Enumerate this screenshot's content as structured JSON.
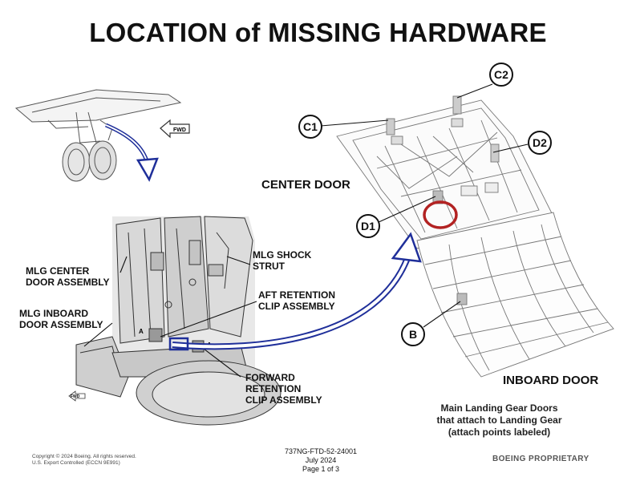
{
  "title": "LOCATION of MISSING HARDWARE",
  "labels": {
    "center_door": "CENTER DOOR",
    "inboard_door": "INBOARD DOOR",
    "mlg_center_door_1": "MLG CENTER",
    "mlg_center_door_2": "DOOR ASSEMBLY",
    "mlg_inboard_door_1": "MLG INBOARD",
    "mlg_inboard_door_2": "DOOR ASSEMBLY",
    "mlg_shock_1": "MLG SHOCK",
    "mlg_shock_2": "STRUT",
    "aft_clip_1": "AFT RETENTION",
    "aft_clip_2": "CLIP ASSEMBLY",
    "fwd_clip_1": "FORWARD",
    "fwd_clip_2": "RETENTION",
    "fwd_clip_3": "CLIP ASSEMBLY",
    "fwd_arrow_top": "FWD",
    "fwd_arrow_bottom": "FWD",
    "detail_a1": "A",
    "detail_a2": "A"
  },
  "callouts": {
    "c1": "C1",
    "c2": "C2",
    "d1": "D1",
    "d2": "D2",
    "b": "B"
  },
  "caption": {
    "line1": "Main Landing Gear Doors",
    "line2": "that attach to Landing Gear",
    "line3": "(attach points labeled)"
  },
  "footer": {
    "copyright_1": "Copyright © 2024 Boeing. All rights reserved.",
    "copyright_2": "U.S. Export Controlled (ECCN 9E991)",
    "doc_id": "737NG-FTD-52-24001",
    "date": "July 2024",
    "page": "Page 1 of 3",
    "proprietary": "BOEING PROPRIETARY"
  },
  "colors": {
    "arrow_blue": "#1f2f9a",
    "highlight_red": "#b22222",
    "line": "#444444"
  }
}
